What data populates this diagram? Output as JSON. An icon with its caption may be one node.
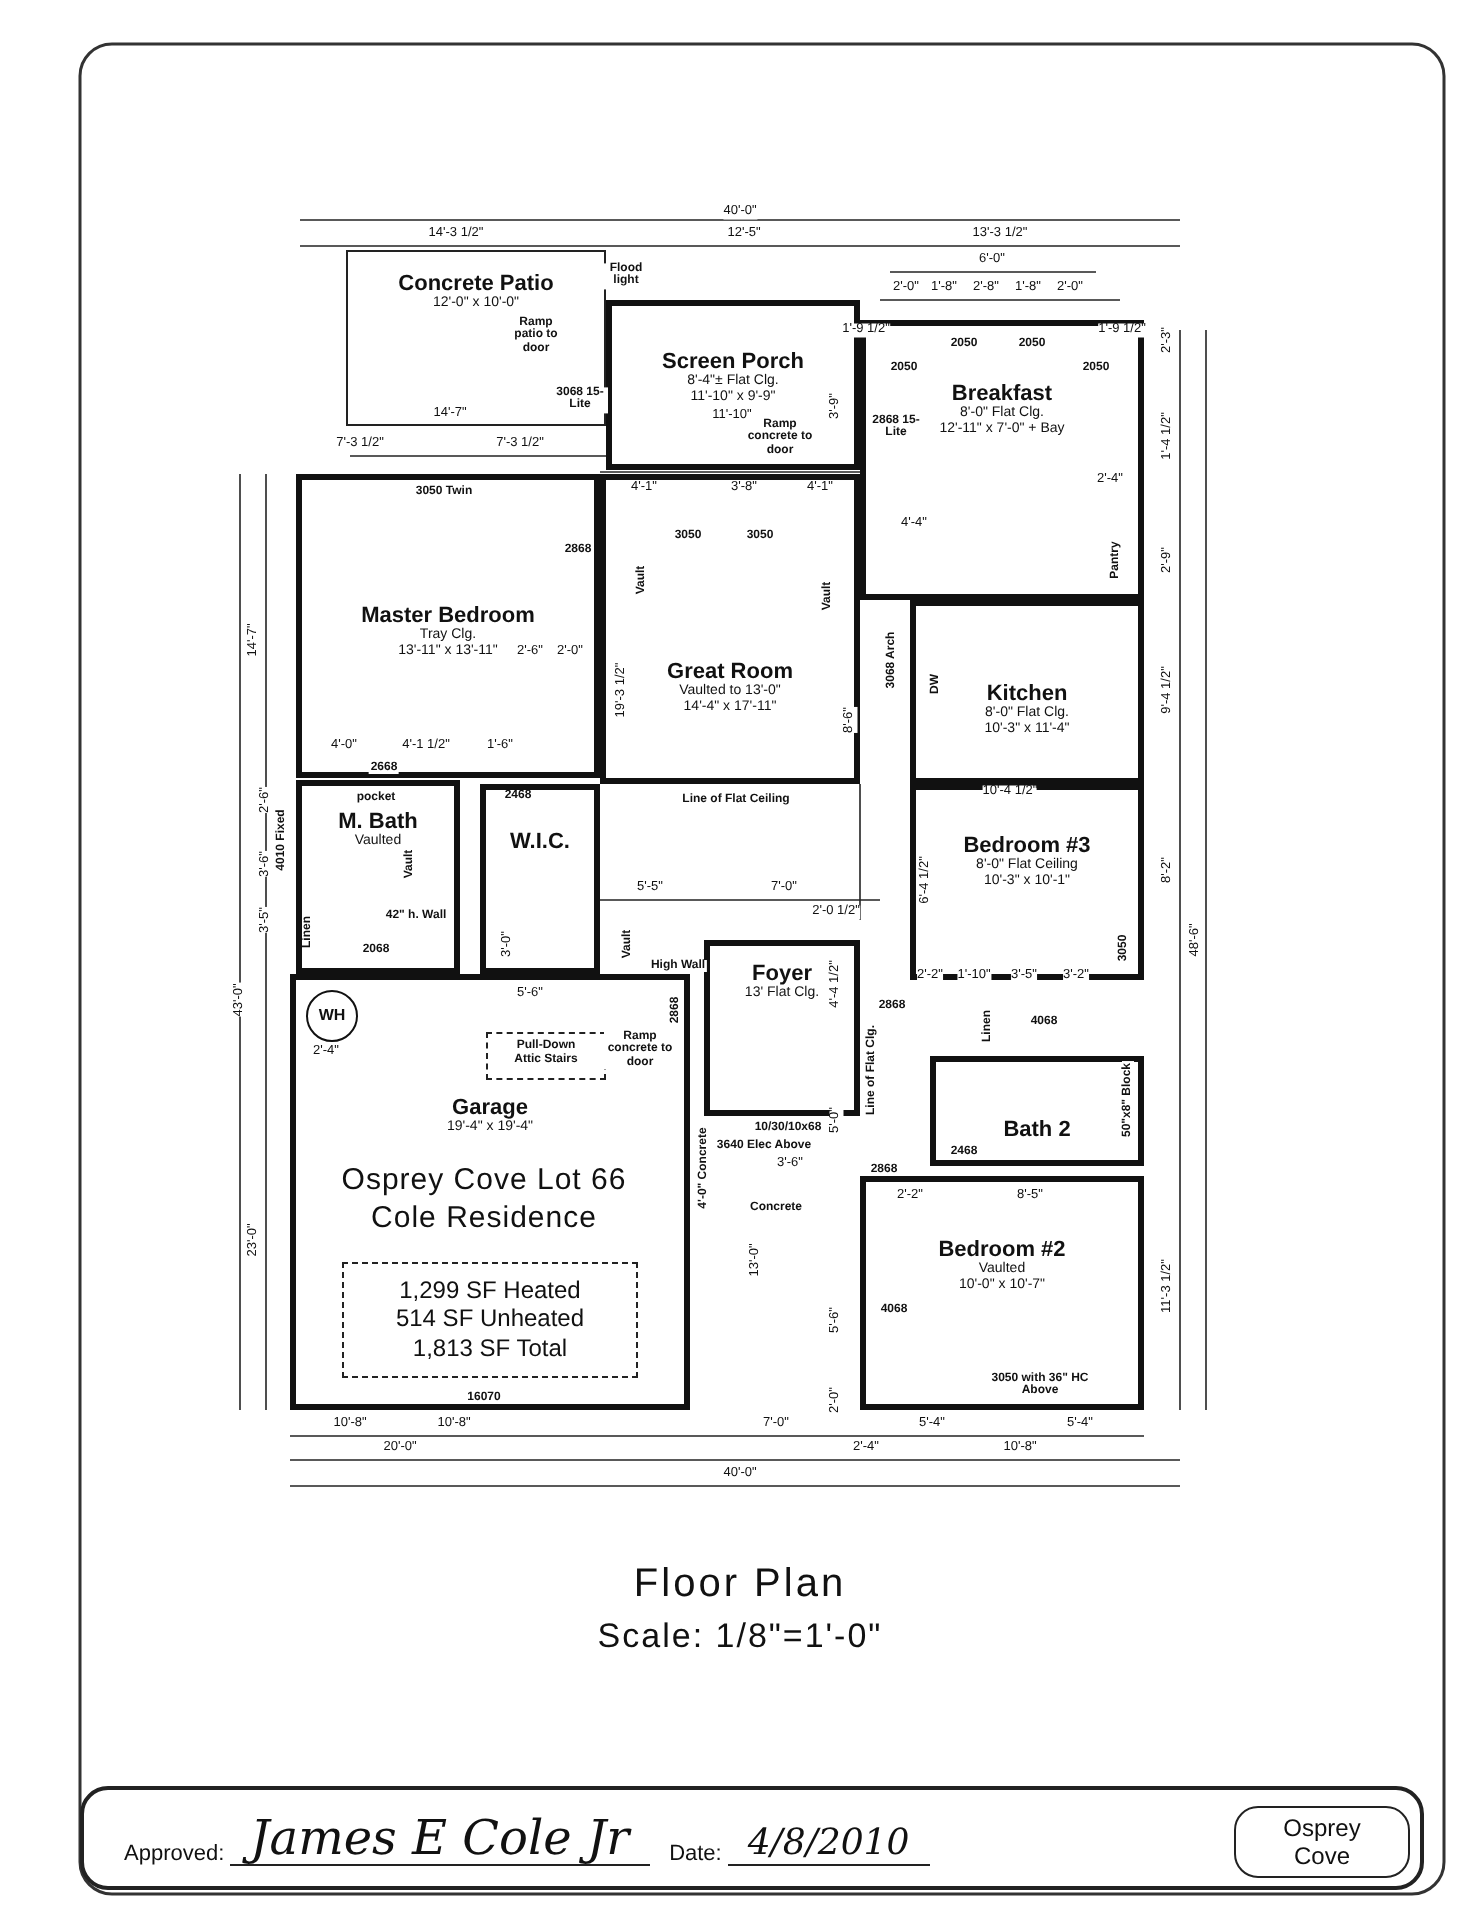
{
  "diagram": {
    "title": "Floor Plan",
    "nodes": [
      {
        "text": [
          "Concrete Patio",
          "12'-0\" x 10'-0\""
        ]
      },
      {
        "text": [
          "Screen Porch",
          "8'-4\"± Flat Clg.",
          "11'-10\" x 9'-9\""
        ]
      },
      {
        "text": [
          "Breakfast",
          "8'-0\" Flat Clg.",
          "12'-11\" x 7'-0\" + Bay"
        ]
      },
      {
        "text": [
          "Master Bedroom",
          "Tray Clg.",
          "13'-11\" x 13'-11\""
        ]
      },
      {
        "text": [
          "Great Room",
          "Vaulted to 13'-0\"",
          "14'-4\" x 17'-11\""
        ]
      },
      {
        "text": [
          "Kitchen",
          "8'-0\" Flat Clg.",
          "10'-3\" x 11'-4\""
        ]
      },
      {
        "text": [
          "M. Bath",
          "Vaulted"
        ]
      },
      {
        "text": [
          "W.I.C."
        ]
      },
      {
        "text": [
          "Bedroom #3",
          "8'-0\" Flat Ceiling",
          "10'-3\" x 10'-1\""
        ]
      },
      {
        "text": [
          "Foyer",
          "13' Flat Clg."
        ]
      },
      {
        "text": [
          "Garage",
          "19'-4\" x 19'-4\""
        ]
      },
      {
        "text": [
          "WH"
        ],
        "in": 10
      },
      {
        "text": [
          "Pull-Down Attic Stairs"
        ],
        "in": 10
      },
      {
        "text": [
          "1,299 SF Heated",
          "514 SF Unheated",
          "1,813 SF Total"
        ],
        "in": 10
      },
      {
        "text": [
          "Bath 2"
        ]
      },
      {
        "text": [
          "Bedroom #2",
          "Vaulted",
          "10'-0\" x 10'-7\""
        ]
      },
      {
        "text": [
          "Approved:",
          "James E Cole Jr",
          "Date:",
          "4/8/2010"
        ]
      },
      {
        "text": [
          "Osprey Cove"
        ],
        "in": 16
      }
    ],
    "labels": [
      "40'-0\"",
      "14'-3 1/2\"",
      "12'-5\"",
      "13'-3 1/2\"",
      "6'-0\"",
      "2'-0\"",
      "1'-8\"",
      "2'-8\"",
      "1'-8\"",
      "2'-0\"",
      "Flood light",
      "1'-9 1/2\"",
      "1'-9 1/2\"",
      "2'-3\"",
      "2050",
      "2050",
      "2050",
      "2050",
      "Ramp patio to door",
      "3068 15-Lite",
      "3'-9\"",
      "2868 15-Lite",
      "1'-4 1/2\"",
      "14'-7\"",
      "11'-10\"",
      "Ramp concrete to door",
      "7'-3 1/2\"",
      "7'-3 1/2\"",
      "4'-1\"",
      "3'-8\"",
      "4'-1\"",
      "3050 Twin",
      "2'-4\"",
      "3050",
      "3050",
      "2868",
      "4'-4\"",
      "Pantry",
      "2'-9\"",
      "Vault",
      "14'-7\"",
      "2'-6\"",
      "2'-0\"",
      "19'-3 1/2\"",
      "Vault",
      "3068 Arch",
      "8'-6\"",
      "DW",
      "9'-4 1/2\"",
      "4'-0\"",
      "4'-1 1/2\"",
      "1'-6\"",
      "2668",
      "Line of Flat Ceiling",
      "10'-4 1/2\"",
      "2468",
      "pocket",
      "2'-6\"",
      "4010 Fixed",
      "3'-6\"",
      "8'-2\"",
      "48'-6\"",
      "5'-5\"",
      "7'-0\"",
      "2'-0 1/2\"",
      "6'-4 1/2\"",
      "Vault",
      "42\" h. Wall",
      "3'-5\"",
      "Linen",
      "2068",
      "3'-0\"",
      "Vault",
      "4'-4 1/2\"",
      "High Wall",
      "2'-2\"",
      "1'-10\"",
      "3'-5\"",
      "3'-2\"",
      "3050",
      "5'-6\"",
      "43'-0\"",
      "2868",
      "Linen",
      "4068",
      "2'-4\"",
      "Ramp concrete to door",
      "2868",
      "Line of Flat Clg.",
      "5'-0\"",
      "50\"x8\" Block",
      "10/30/10x68",
      "3640 Elec Above",
      "4'-0\" Concrete",
      "3'-6\"",
      "2868",
      "2468",
      "2'-2\"",
      "8'-5\"",
      "Concrete",
      "Osprey Cove Lot 66",
      "Cole Residence",
      "23'-0\"",
      "13'-0\"",
      "11'-3 1/2\"",
      "4068",
      "5'-6\"",
      "3050 with 36\" HC Above",
      "2'-0\"",
      "16070",
      "10'-8\"",
      "10'-8\"",
      "7'-0\"",
      "5'-4\"",
      "5'-4\"",
      "20'-0\"",
      "2'-4\"",
      "10'-8\"",
      "40'-0\"",
      "Scale: 1/8\"=1'-0\""
    ]
  }
}
